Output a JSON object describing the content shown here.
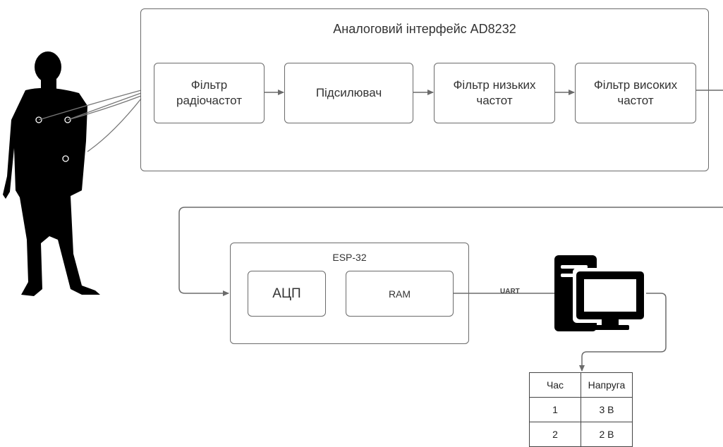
{
  "analog": {
    "title": "Аналоговий інтерфейс AD8232",
    "blocks": [
      {
        "line1": "Фільтр",
        "line2": "радіочастот"
      },
      {
        "line1": "Підсилювач",
        "line2": ""
      },
      {
        "line1": "Фільтр низьких",
        "line2": "частот"
      },
      {
        "line1": "Фільтр високих",
        "line2": "частот"
      }
    ]
  },
  "esp": {
    "title": "ESP-32",
    "adc": "АЦП",
    "ram": "RAM"
  },
  "link_label": "UART",
  "icons": {
    "person": "person-silhouette-icon",
    "computer": "desktop-computer-icon"
  },
  "table": {
    "headers": [
      "Час",
      "Напруга"
    ],
    "rows": [
      [
        "1",
        "3 В"
      ],
      [
        "2",
        "2 В"
      ]
    ]
  }
}
